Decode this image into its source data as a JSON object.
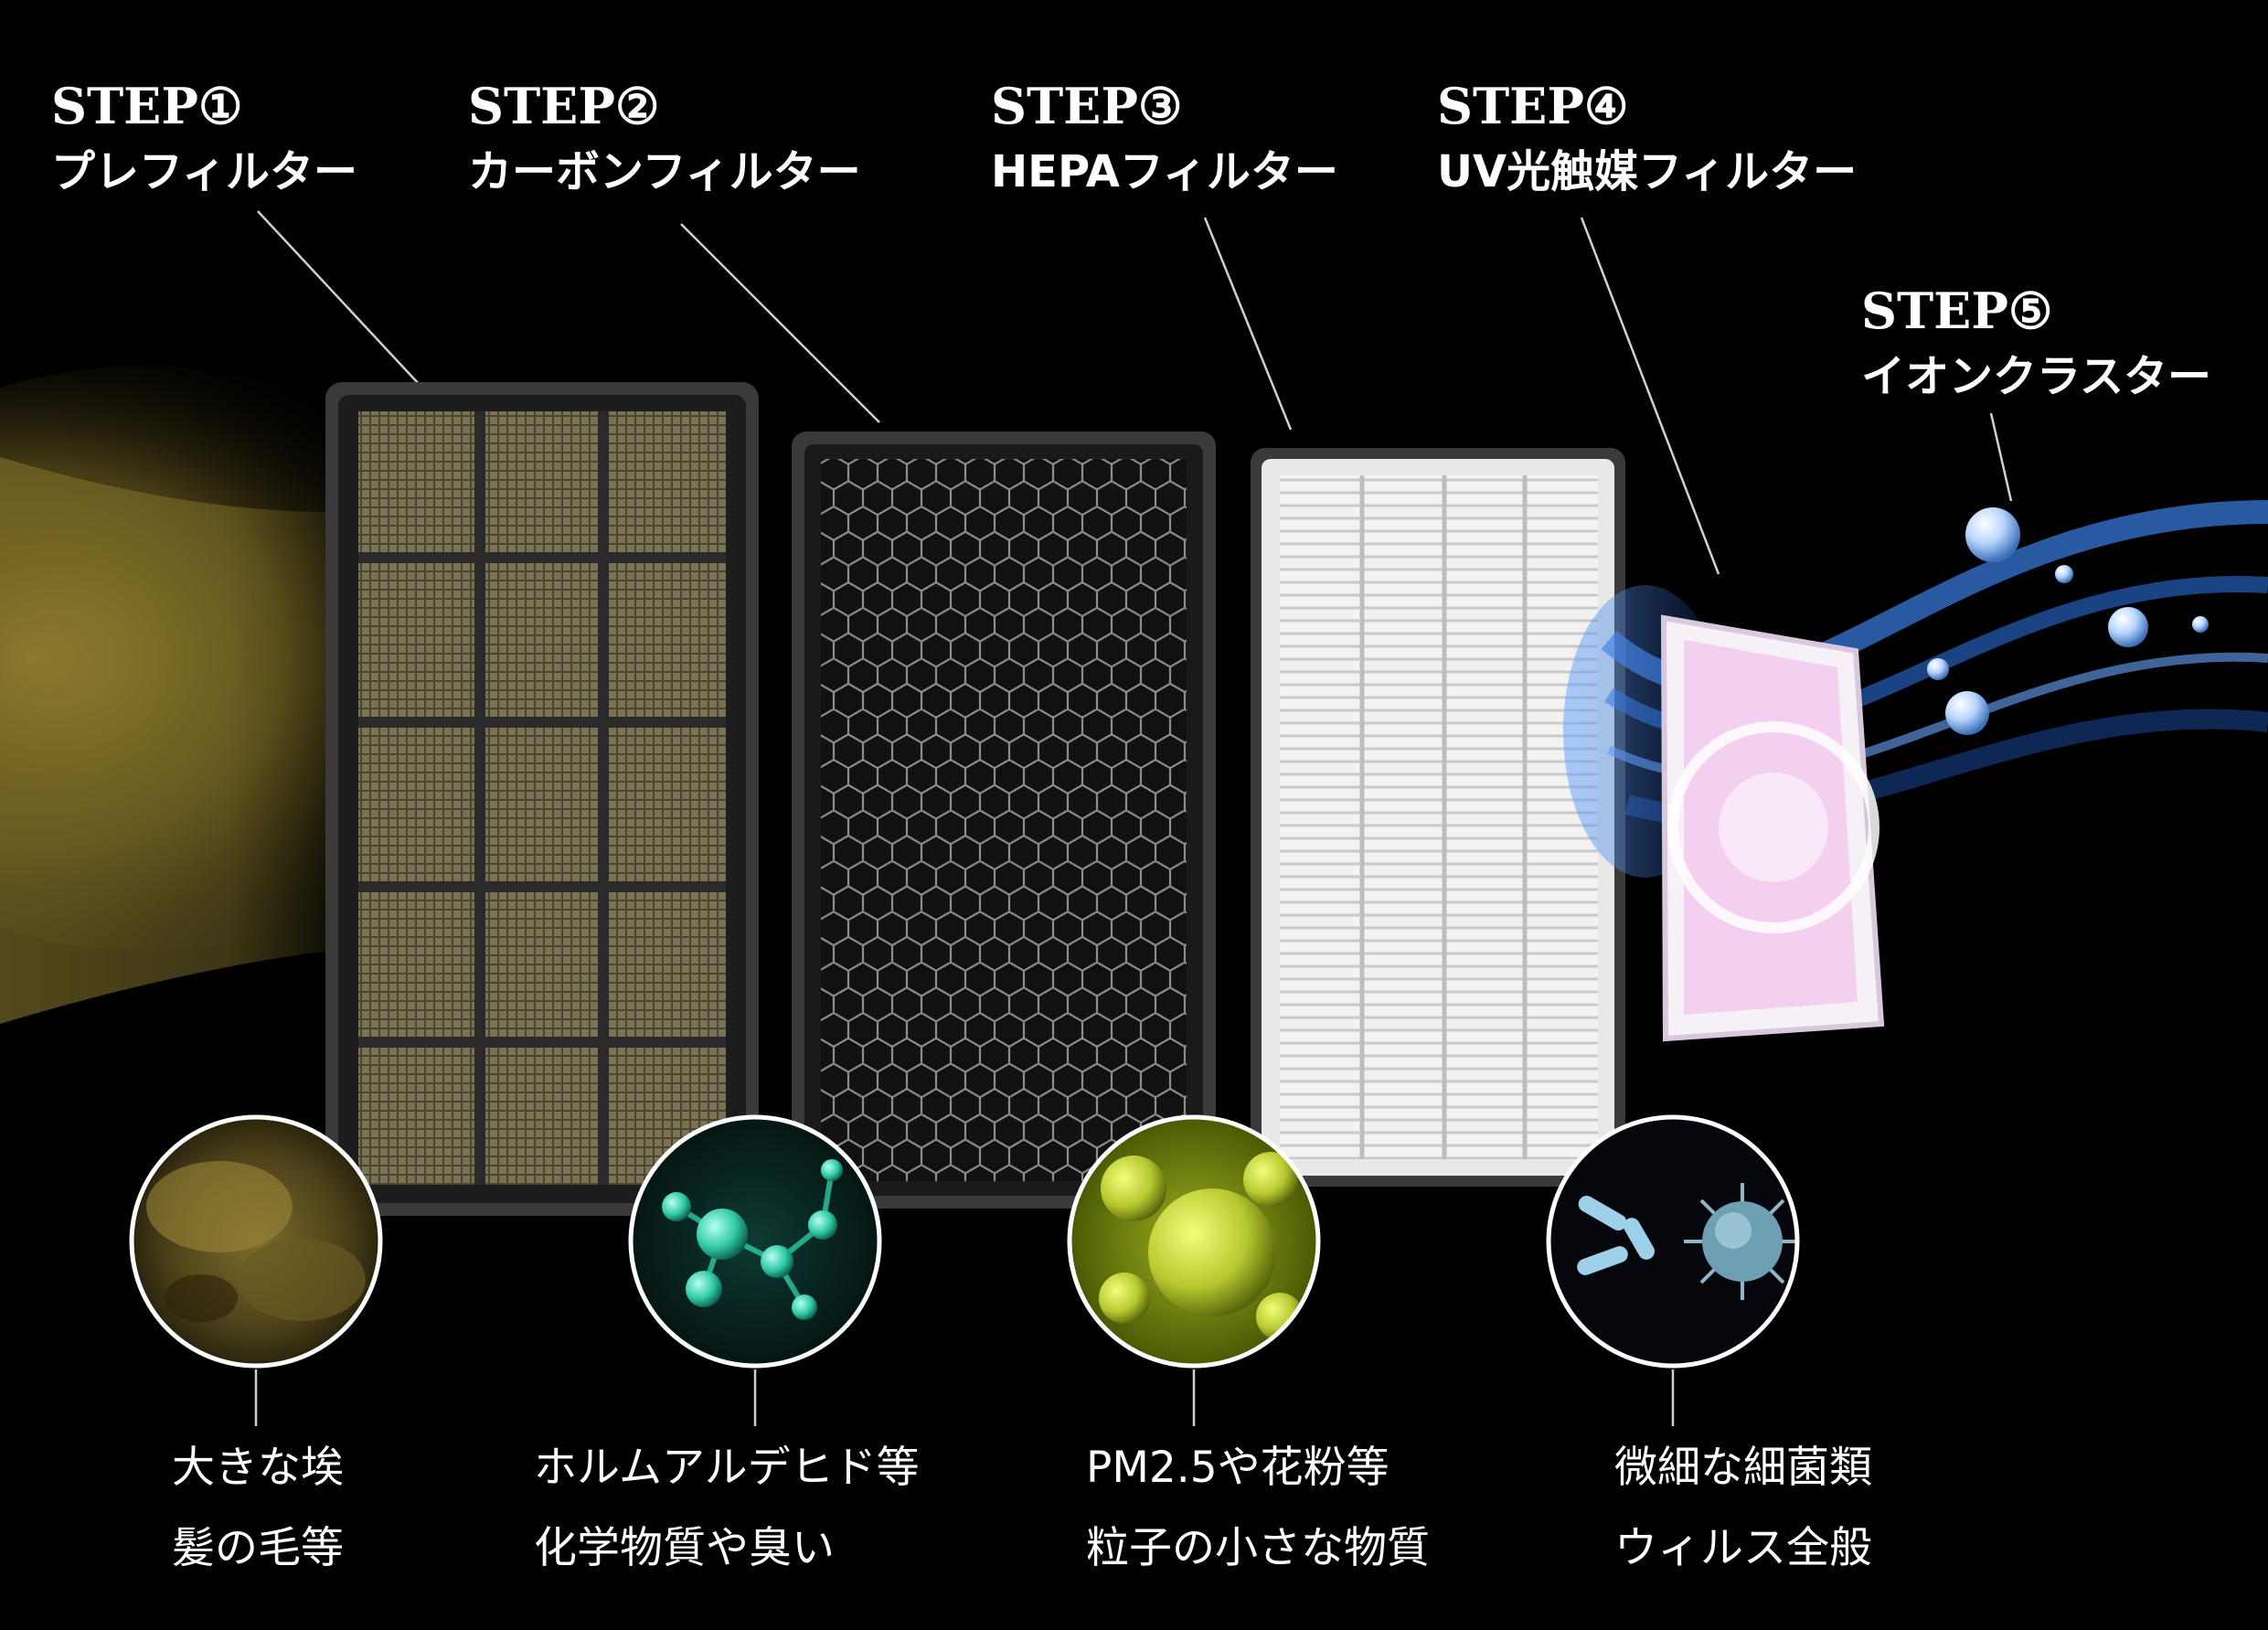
{
  "steps": [
    {
      "label": "STEP①",
      "name": "プレフィルター"
    },
    {
      "label": "STEP②",
      "name": "カーボンフィルター"
    },
    {
      "label": "STEP③",
      "name": "HEPAフィルター"
    },
    {
      "label": "STEP④",
      "name": "UV光触媒フィルター"
    },
    {
      "label": "STEP⑤",
      "name": "イオンクラスター"
    }
  ],
  "targets": [
    {
      "line1": "大きな埃",
      "line2": "髪の毛等"
    },
    {
      "line1": "ホルムアルデヒド等",
      "line2": "化学物質や臭い"
    },
    {
      "line1": "PM2.5や花粉等",
      "line2": "粒子の小さな物質"
    },
    {
      "line1": "微細な細菌類",
      "line2": "ウィルス全般"
    }
  ],
  "colors": {
    "background": "#000000",
    "dust": "#8a7a2e",
    "molecule": "#2fc9a6",
    "pollen": "#c8d43a",
    "ion_stream": "#2a6fd9",
    "uv_filter": "#f2c6ee"
  },
  "icons": [
    "dust-cloud-icon",
    "molecule-icon",
    "pollen-icon",
    "bacteria-virus-icon",
    "ion-bubble-icon"
  ]
}
